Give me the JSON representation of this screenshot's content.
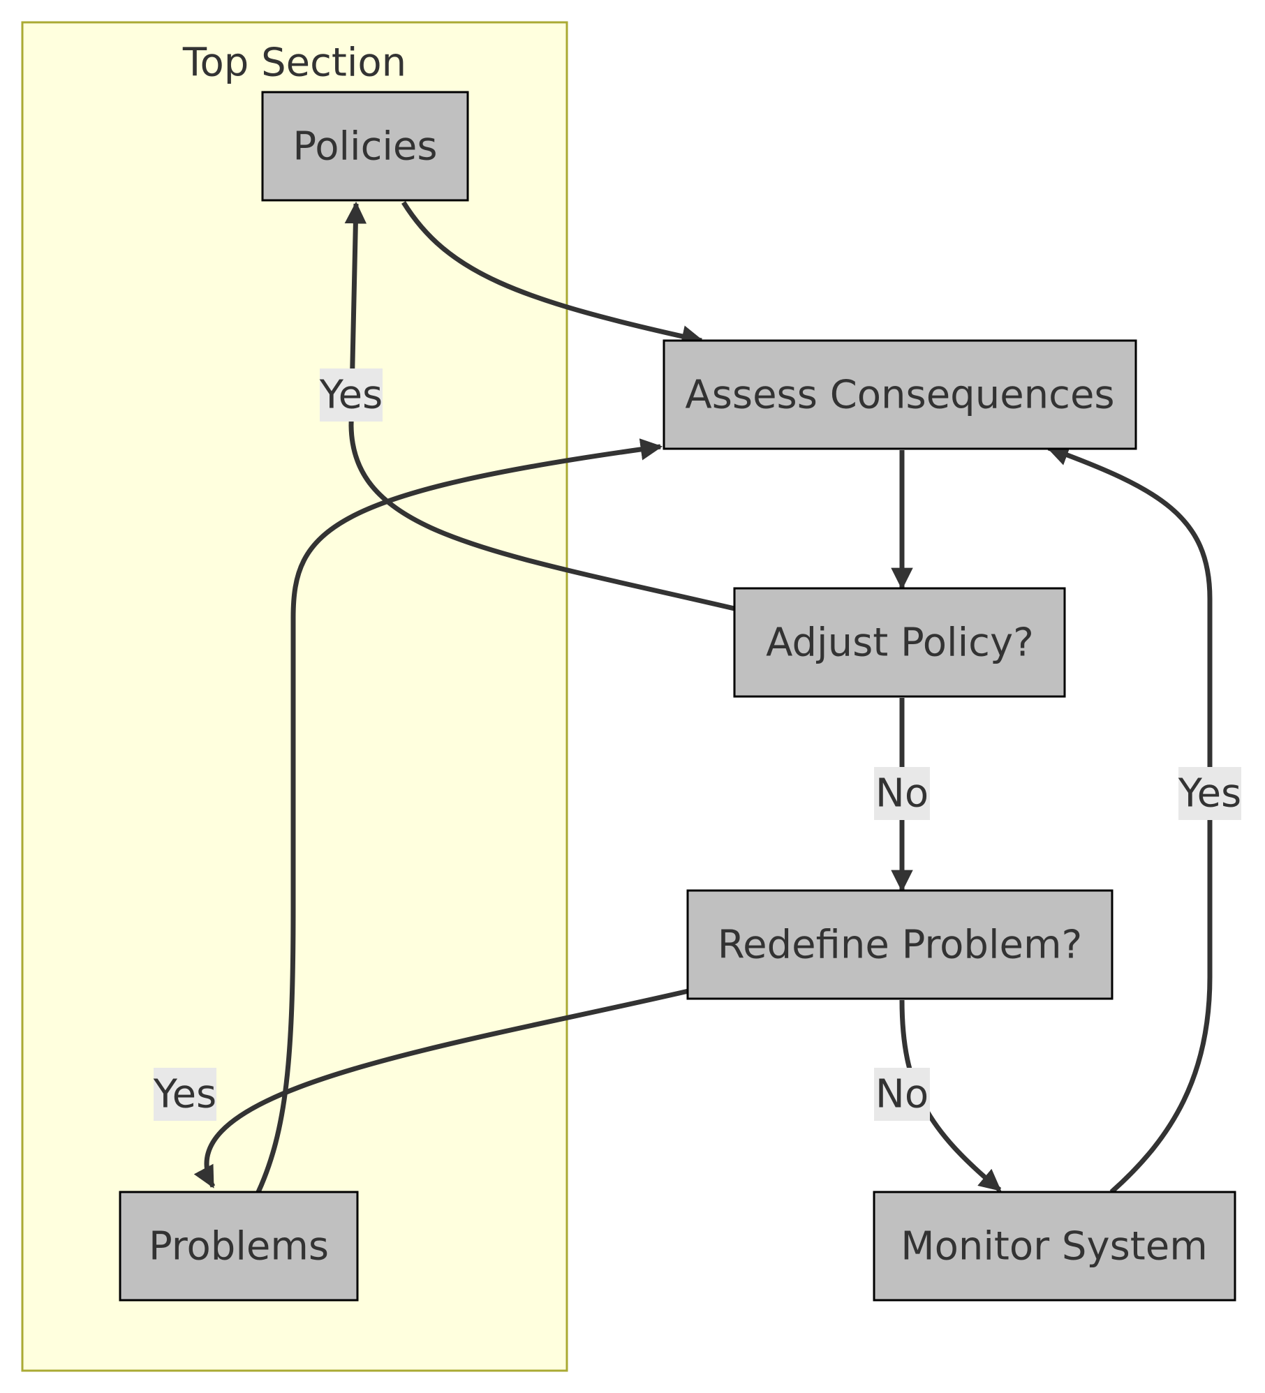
{
  "colors": {
    "node_fill": "#c0c0c0",
    "node_stroke": "#000000",
    "cluster_fill": "#ffffde",
    "cluster_stroke": "#aaaa33",
    "edge": "#333333",
    "edge_label_bg": "#e8e8e8",
    "text": "#333333"
  },
  "cluster": {
    "label": "Top Section"
  },
  "nodes": {
    "policies": {
      "label": "Policies"
    },
    "assess": {
      "label": "Assess Consequences"
    },
    "adjust": {
      "label": "Adjust Policy?"
    },
    "redefine": {
      "label": "Redefine Problem?"
    },
    "problems": {
      "label": "Problems"
    },
    "monitor": {
      "label": "Monitor System"
    }
  },
  "edges": [
    {
      "from": "policies",
      "to": "assess",
      "label": ""
    },
    {
      "from": "assess",
      "to": "adjust",
      "label": ""
    },
    {
      "from": "adjust",
      "to": "policies",
      "label": "Yes"
    },
    {
      "from": "adjust",
      "to": "redefine",
      "label": "No"
    },
    {
      "from": "redefine",
      "to": "problems",
      "label": "Yes"
    },
    {
      "from": "redefine",
      "to": "monitor",
      "label": "No"
    },
    {
      "from": "problems",
      "to": "assess",
      "label": ""
    },
    {
      "from": "monitor",
      "to": "assess",
      "label": "Yes"
    }
  ]
}
